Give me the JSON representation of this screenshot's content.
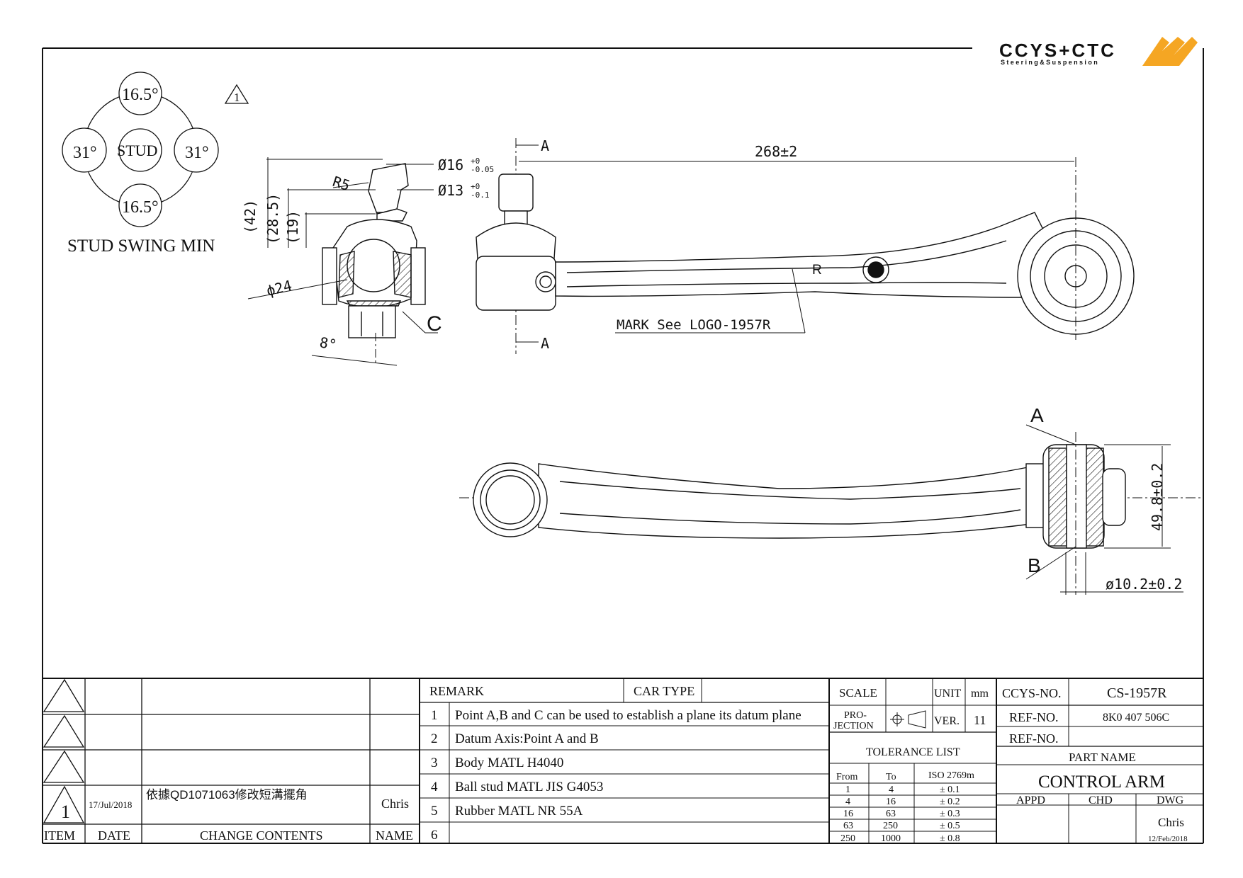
{
  "logo": {
    "brand": "CCYS+CTC",
    "tagline": "Steering&Suspension"
  },
  "revision_triangle": "1",
  "stud_swing": {
    "top": "16.5°",
    "left": "31°",
    "center": "STUD",
    "right": "31°",
    "bottom": "16.5°",
    "caption": "STUD SWING MIN"
  },
  "dimensions": {
    "d16": "Ø16",
    "d16_tol_up": "+0",
    "d16_tol_low": "-0.05",
    "d13": "Ø13",
    "d13_tol_up": "+0",
    "d13_tol_low": "-0.1",
    "r5": "R5",
    "h42": "(42)",
    "h28": "(28.5)",
    "h19": "(19)",
    "d24": "ϕ24",
    "angle8": "8°",
    "point_c": "C",
    "length": "268±2",
    "point_a": "A",
    "side_mark": "R",
    "mark_note": "MARK See LOGO-1957R",
    "point_a_lower": "A",
    "point_b": "B",
    "width": "49.8±0.2",
    "bore": "ø10.2±0.2"
  },
  "title_block": {
    "revisions": [
      {
        "item": "",
        "date": "",
        "content": "",
        "name": ""
      },
      {
        "item": "",
        "date": "",
        "content": "",
        "name": ""
      },
      {
        "item": "",
        "date": "",
        "content": "",
        "name": ""
      },
      {
        "item": "1",
        "date": "17/Jul/2018",
        "content": "依據QD1071063修改短溝擺角",
        "name": "Chris"
      }
    ],
    "rev_headers": {
      "item": "ITEM",
      "date": "DATE",
      "content": "CHANGE CONTENTS",
      "name": "NAME"
    },
    "remark_label": "REMARK",
    "car_type_label": "CAR TYPE",
    "car_type_value": "",
    "remarks": [
      {
        "n": "1",
        "text": "Point A,B and C can be used to establish a plane its datum plane"
      },
      {
        "n": "2",
        "text": "Datum Axis:Point A and B"
      },
      {
        "n": "3",
        "text": "Body MATL H4040"
      },
      {
        "n": "4",
        "text": "Ball stud MATL JIS G4053"
      },
      {
        "n": "5",
        "text": "Rubber MATL NR 55A"
      },
      {
        "n": "6",
        "text": ""
      }
    ],
    "scale_label": "SCALE",
    "scale_value": "",
    "unit_label": "UNIT",
    "unit_value": "mm",
    "projection_label_1": "PRO-",
    "projection_label_2": "JECTION",
    "ver_label": "VER.",
    "ver_value": "11",
    "tolerance_title": "TOLERANCE LIST",
    "tolerance_headers": [
      "From",
      "To",
      "ISO 2769m"
    ],
    "tolerances": [
      [
        "1",
        "4",
        "± 0.1"
      ],
      [
        "4",
        "16",
        "± 0.2"
      ],
      [
        "16",
        "63",
        "± 0.3"
      ],
      [
        "63",
        "250",
        "± 0.5"
      ],
      [
        "250",
        "1000",
        "± 0.8"
      ]
    ],
    "ccys_no_label": "CCYS-NO.",
    "ccys_no": "CS-1957R",
    "ref_no_label": "REF-NO.",
    "ref_no": "8K0 407 506C",
    "ref_no_label_2": "REF-NO.",
    "ref_no_2": "",
    "part_name_label": "PART NAME",
    "part_name": "CONTROL ARM",
    "appd_label": "APPD",
    "chd_label": "CHD",
    "dwg_label": "DWG",
    "appd": "",
    "chd": "",
    "dwg": "Chris",
    "dwg_date": "12/Feb/2018"
  }
}
